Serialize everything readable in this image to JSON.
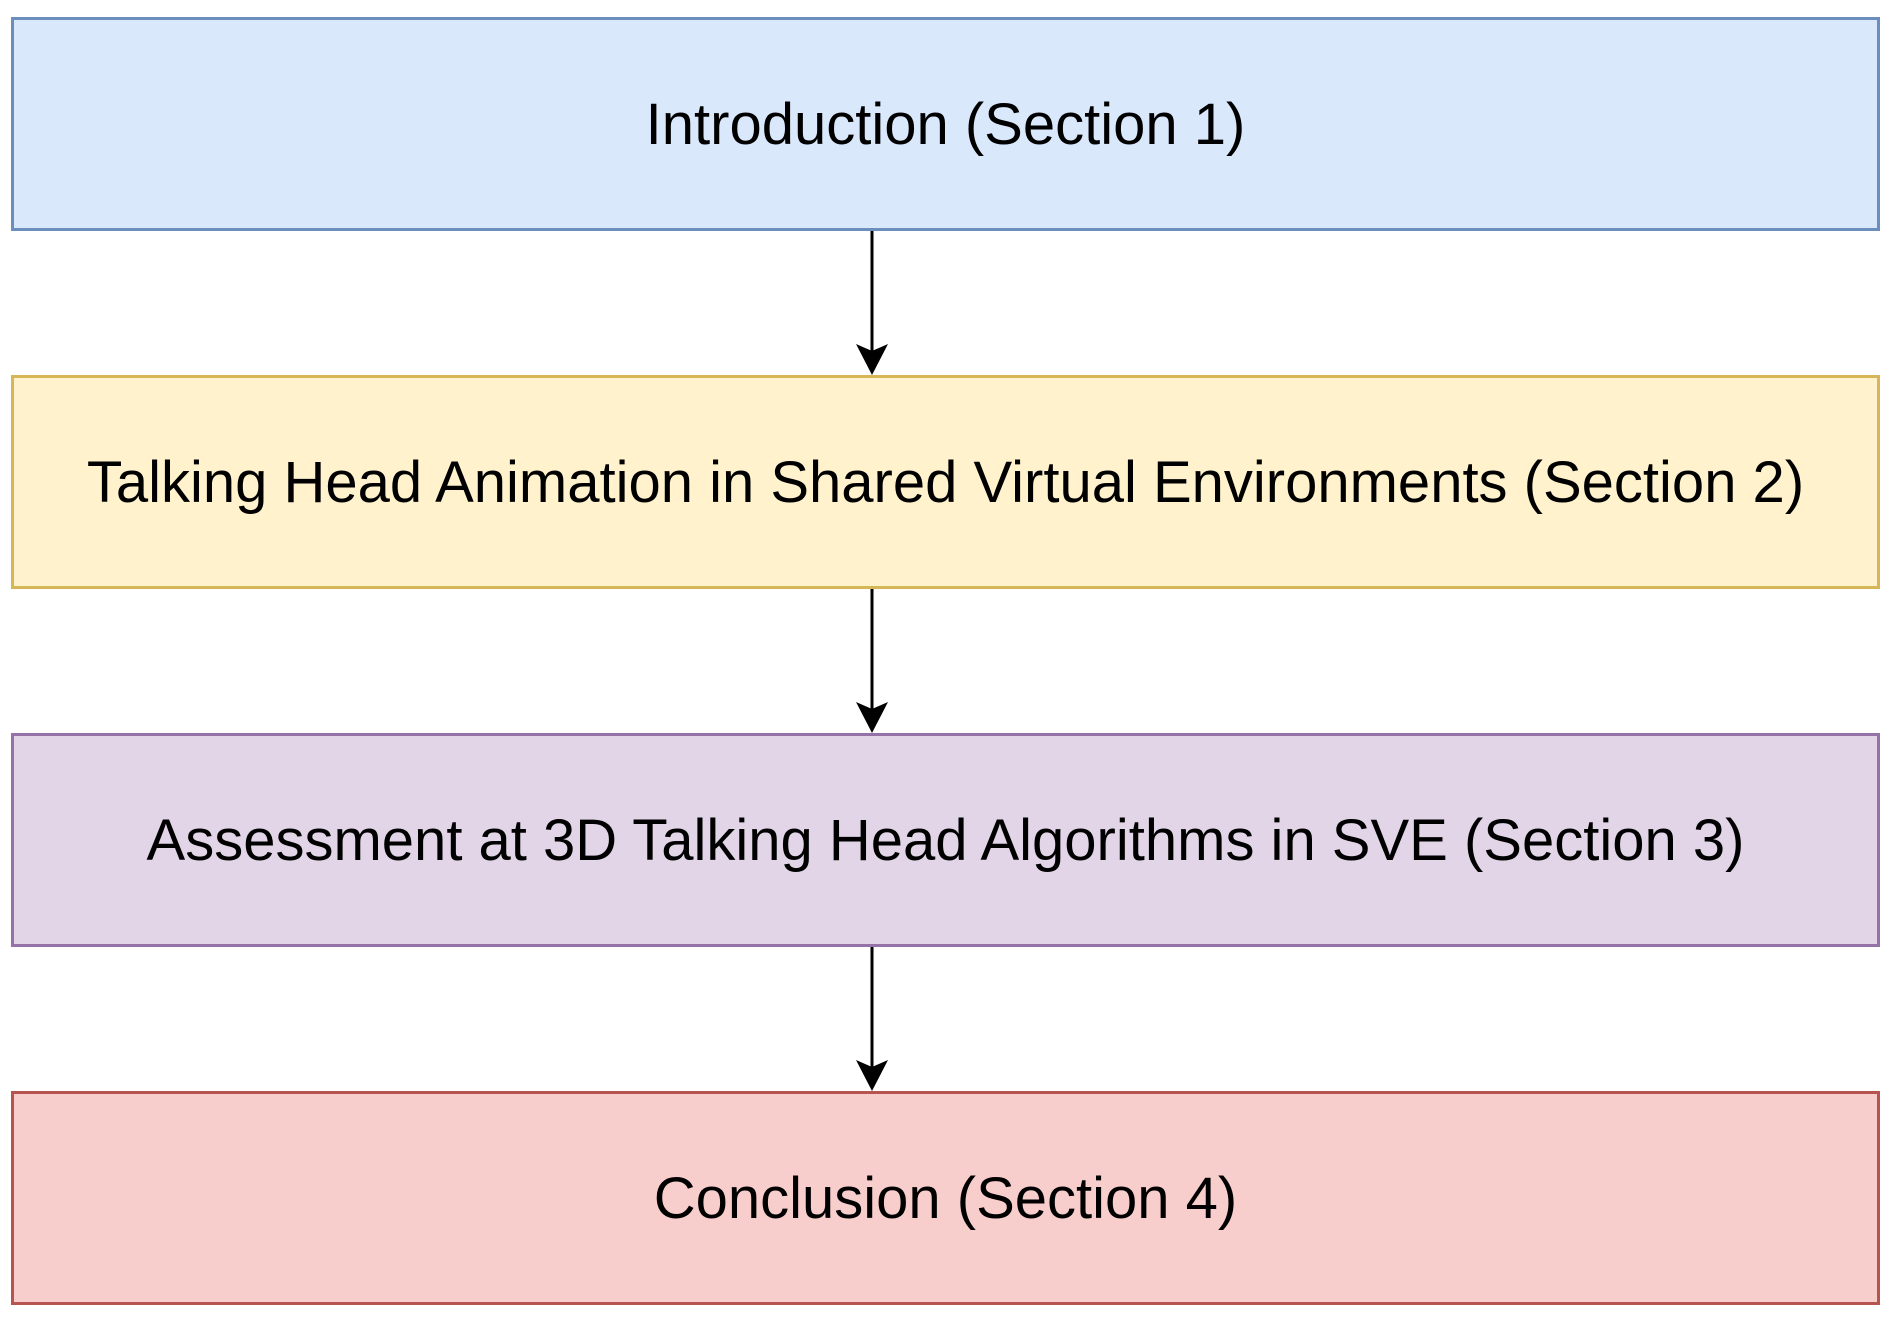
{
  "sections": [
    {
      "label": "Introduction (Section 1)",
      "fill": "#dae8fc",
      "stroke": "#6c8ebf"
    },
    {
      "label": "Talking Head Animation in Shared Virtual Environments (Section 2)",
      "fill": "#fff2cc",
      "stroke": "#d6b656"
    },
    {
      "label": "Assessment at 3D Talking Head Algorithms in SVE (Section 3)",
      "fill": "#e1d5e7",
      "stroke": "#9673a6"
    },
    {
      "label": "Conclusion (Section 4)",
      "fill": "#f8cecc",
      "stroke": "#b85450"
    }
  ],
  "arrow_color": "#000000"
}
